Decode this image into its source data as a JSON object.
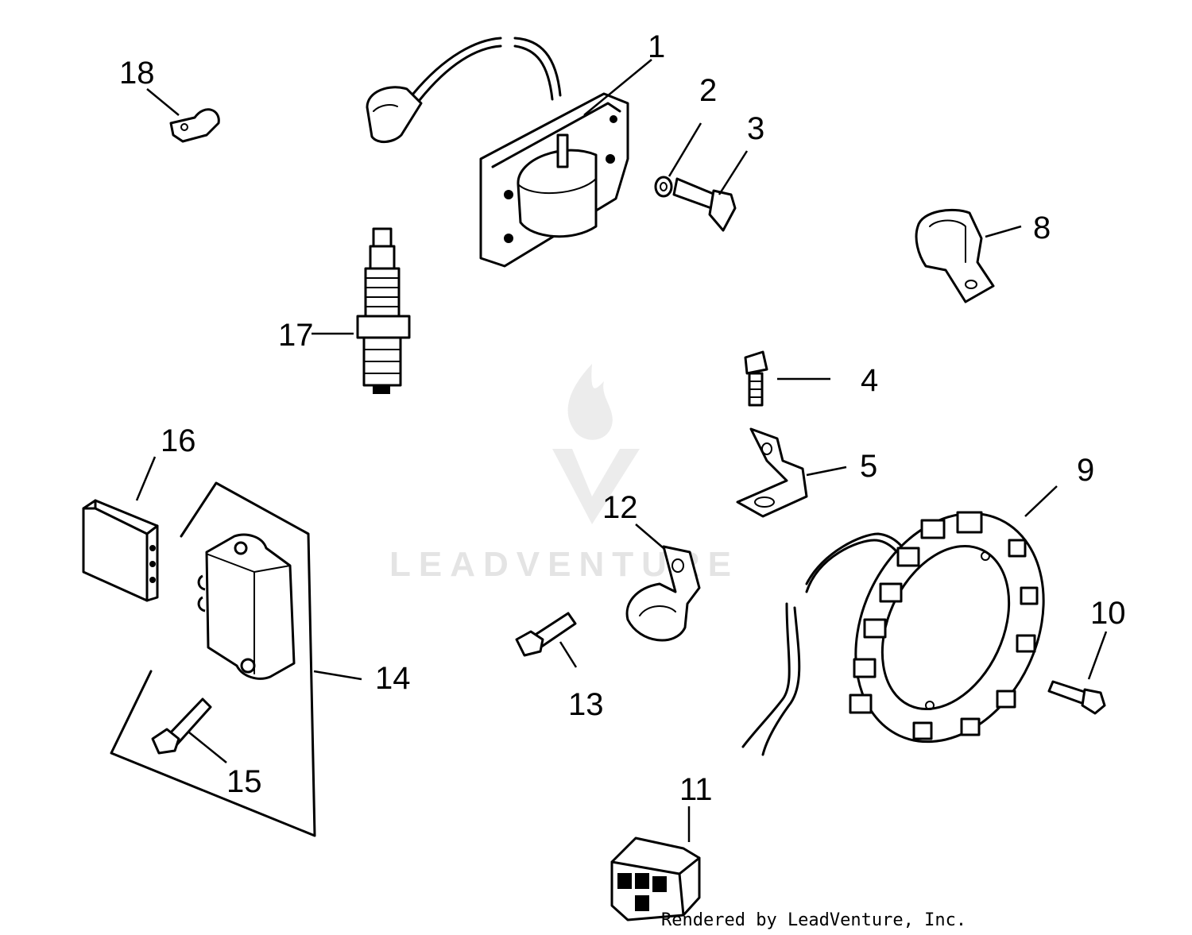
{
  "watermark": {
    "text": "LEADVENTURE",
    "color": "#e4e4e4"
  },
  "credit": "Rendered by LeadVenture, Inc.",
  "callouts": {
    "n1": "1",
    "n2": "2",
    "n3": "3",
    "n4": "4",
    "n5": "5",
    "n8": "8",
    "n9": "9",
    "n10": "10",
    "n11": "11",
    "n12": "12",
    "n13": "13",
    "n14": "14",
    "n15": "15",
    "n16": "16",
    "n17": "17",
    "n18": "18"
  },
  "icons": {
    "ignition_coil": "ignition-coil-icon",
    "spark_plug": "spark-plug-icon",
    "stator": "stator-icon",
    "rectifier": "rectifier-regulator-icon",
    "connector": "connector-plug-icon"
  }
}
